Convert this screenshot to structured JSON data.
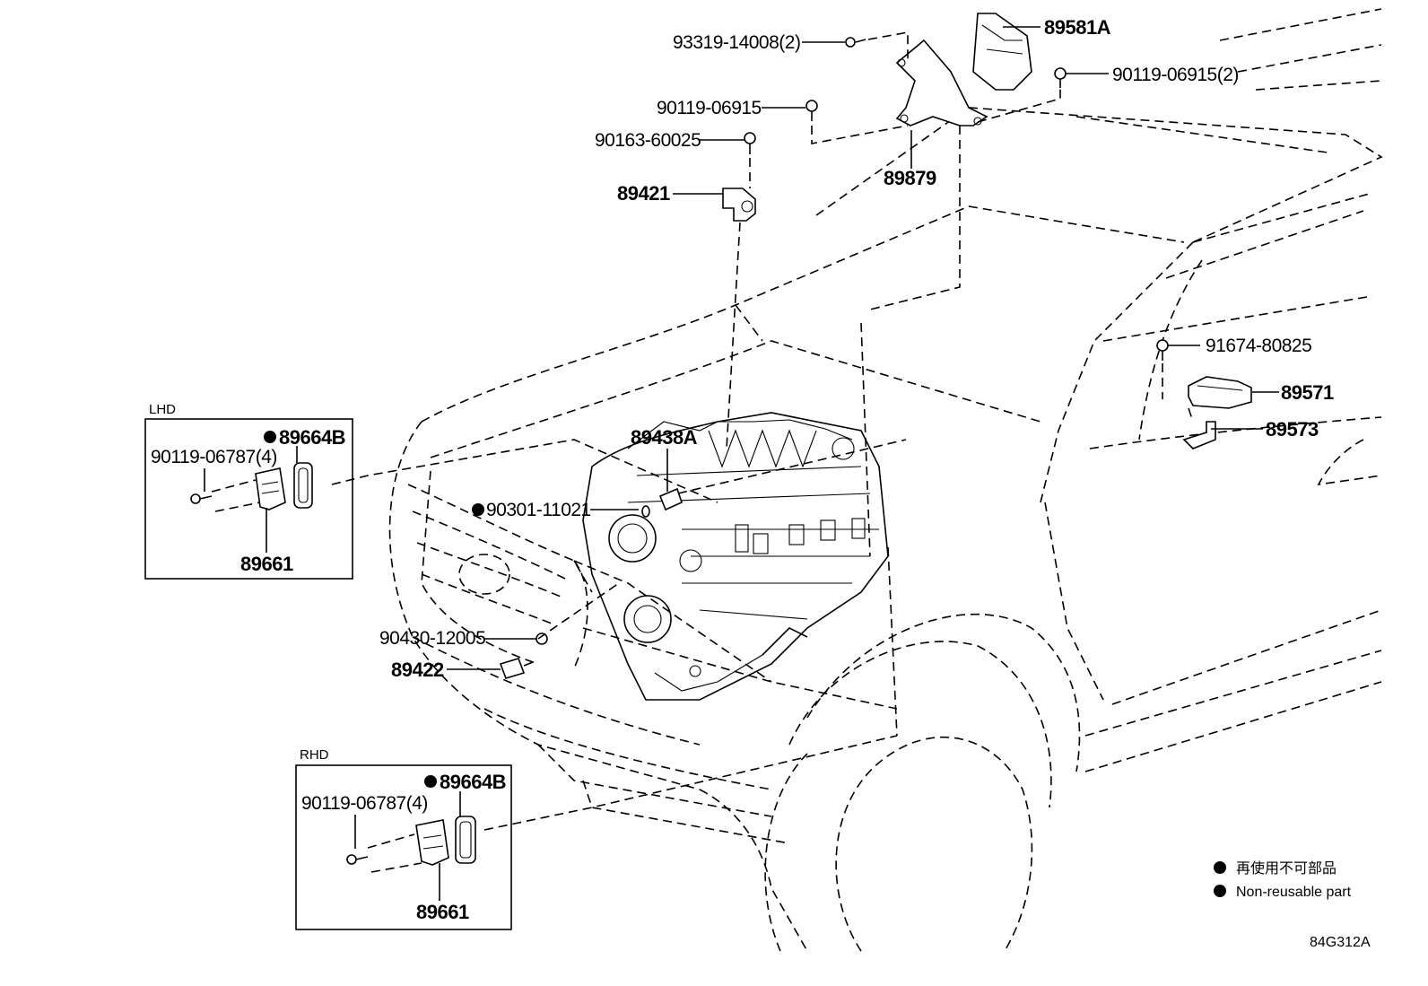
{
  "diagram_code": "84G312A",
  "boxes": {
    "lhd": {
      "label": "LHD",
      "parts": {
        "top": "89664B",
        "bolt": "90119-06787(4)",
        "bottom": "89661"
      }
    },
    "rhd": {
      "label": "RHD",
      "parts": {
        "top": "89664B",
        "bolt": "90119-06787(4)",
        "bottom": "89661"
      }
    }
  },
  "parts": {
    "p93319": "93319-14008(2)",
    "p89581A": "89581A",
    "p90119a": "90119-06915(2)",
    "p90119b": "90119-06915",
    "p90163": "90163-60025",
    "p89879": "89879",
    "p89421": "89421",
    "p91674": "91674-80825",
    "p89571": "89571",
    "p89573": "89573",
    "p89438A": "89438A",
    "p90301": "90301-11021",
    "p90430": "90430-12005",
    "p89422": "89422"
  },
  "legend": [
    {
      "text": "再使用不可部品"
    },
    {
      "text": "Non-reusable part"
    }
  ]
}
